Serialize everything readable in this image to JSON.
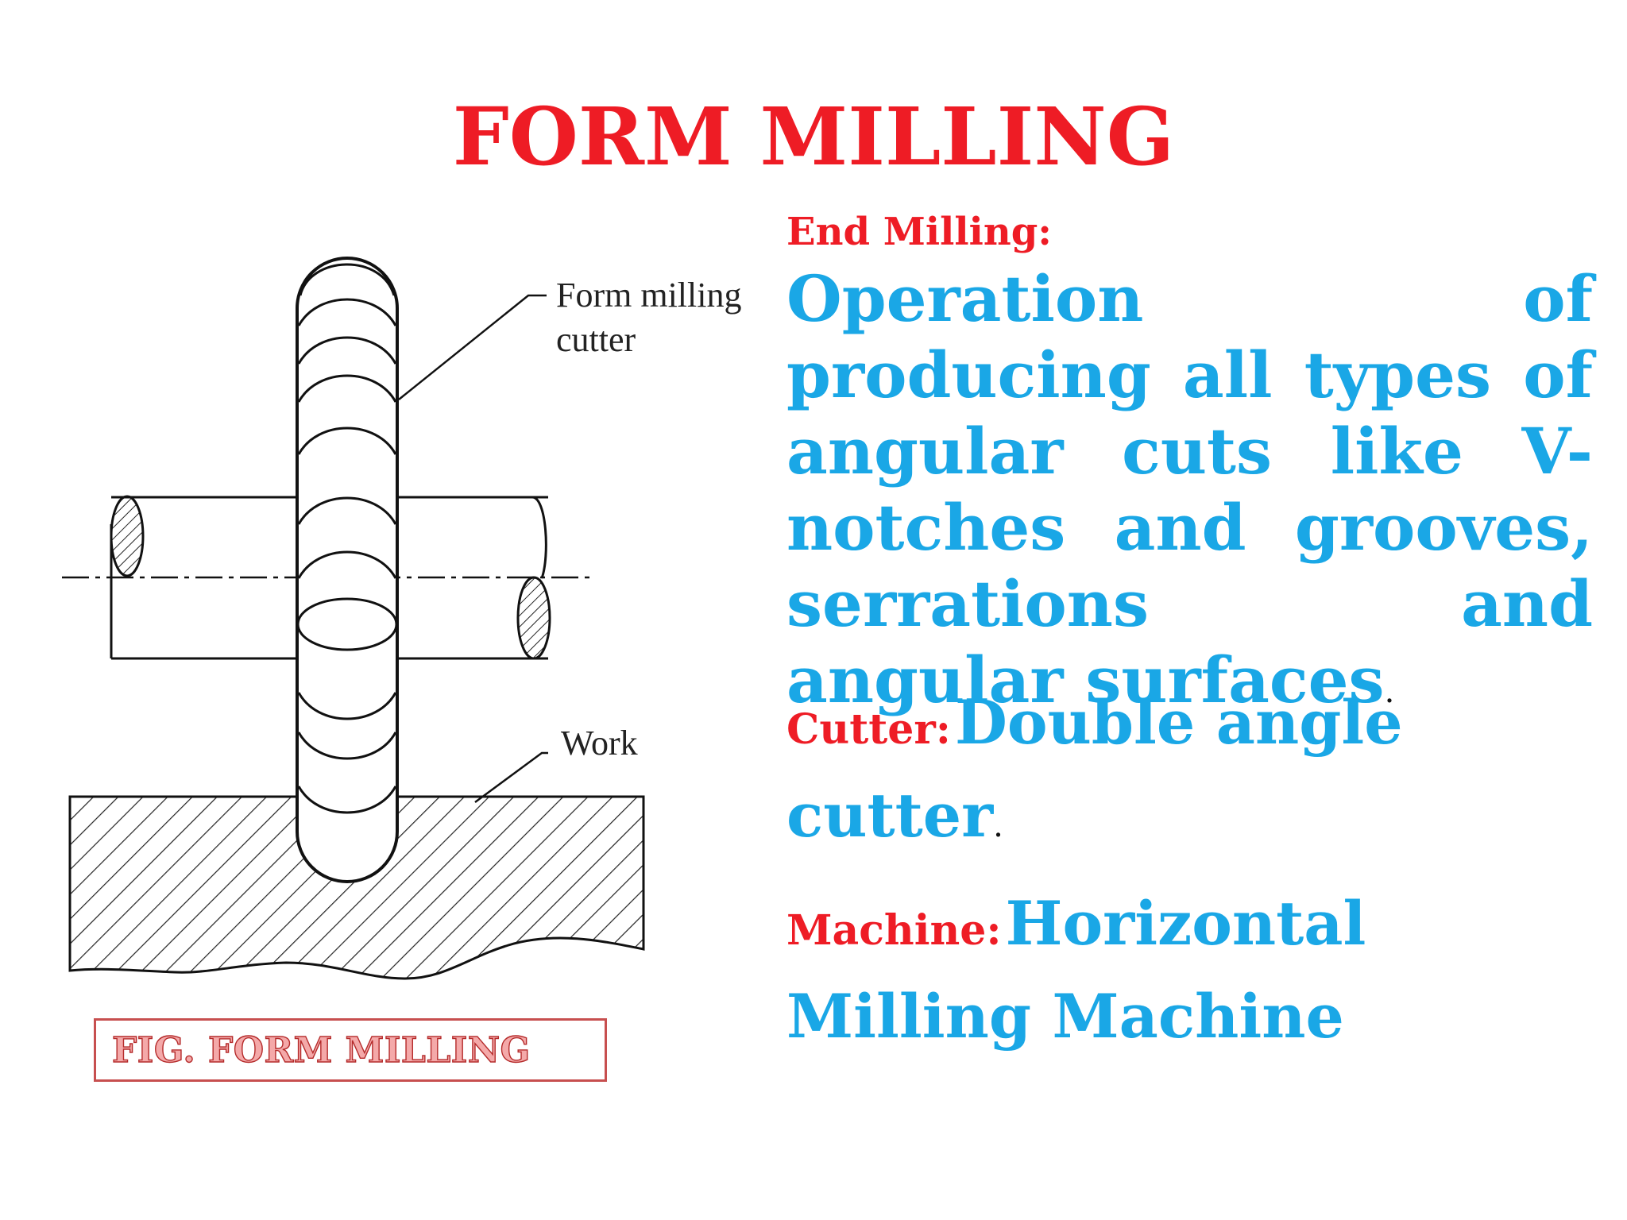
{
  "title": "FORM MILLING",
  "diagram": {
    "cutter_label_line1": "Form milling",
    "cutter_label_line2": "cutter",
    "work_label": "Work",
    "caption": "FIG. FORM MILLING"
  },
  "sections": {
    "end_milling": {
      "label": "End Milling:",
      "text": "Operation of producing all types of angular cuts like V-notches and grooves, serrations and angular surfaces",
      "end": "."
    },
    "cutter": {
      "label": "Cutter:",
      "text": "Double angle cutter",
      "end": "."
    },
    "machine": {
      "label": "Machine:",
      "text": "Horizontal Milling Machine"
    }
  },
  "colors": {
    "title": "#ee1c25",
    "label": "#ee1c25",
    "body": "#1aa7e6",
    "caption_border": "#c74f4f"
  }
}
